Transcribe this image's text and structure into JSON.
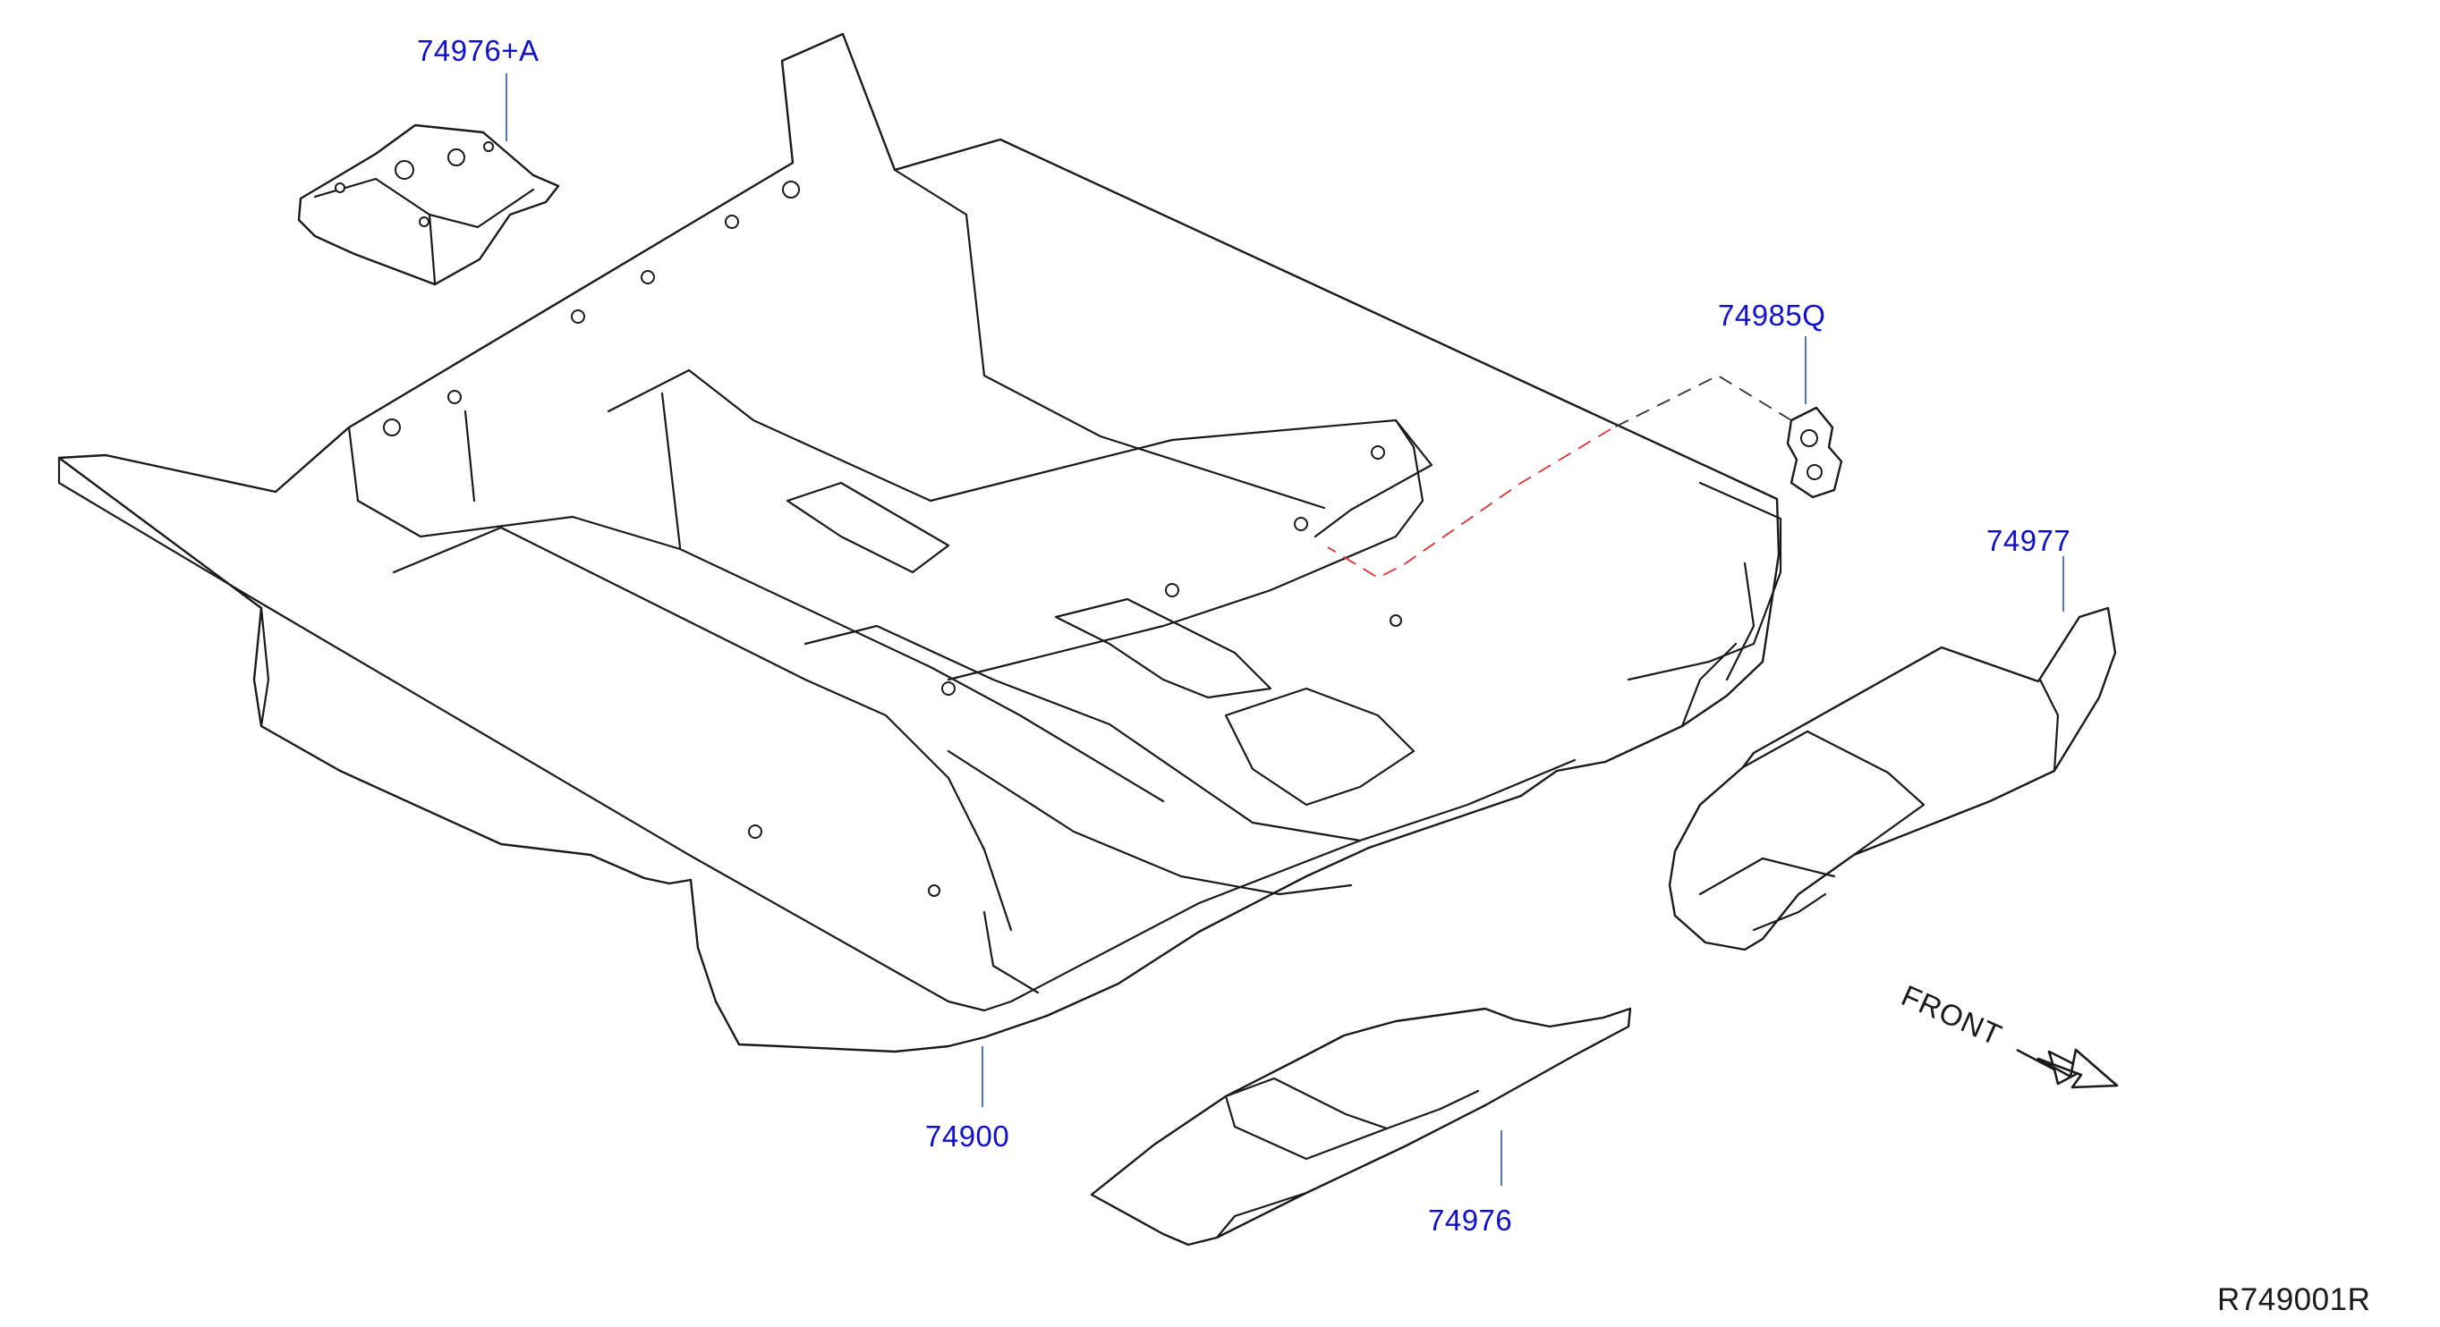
{
  "colors": {
    "label": "#1010cc",
    "line": "#1a1a1a",
    "leader_blue": "#3d66c8",
    "leader_red": "#e03030",
    "leader_black": "#333333",
    "background": "#ffffff"
  },
  "callouts": {
    "part_74976a": "74976+A",
    "part_74985q": "74985Q",
    "part_74977": "74977",
    "part_74900": "74900",
    "part_74976": "74976"
  },
  "front_label": "FRONT",
  "reference_code": "R749001R",
  "icons": {
    "front_arrow": "front-arrow-icon"
  }
}
